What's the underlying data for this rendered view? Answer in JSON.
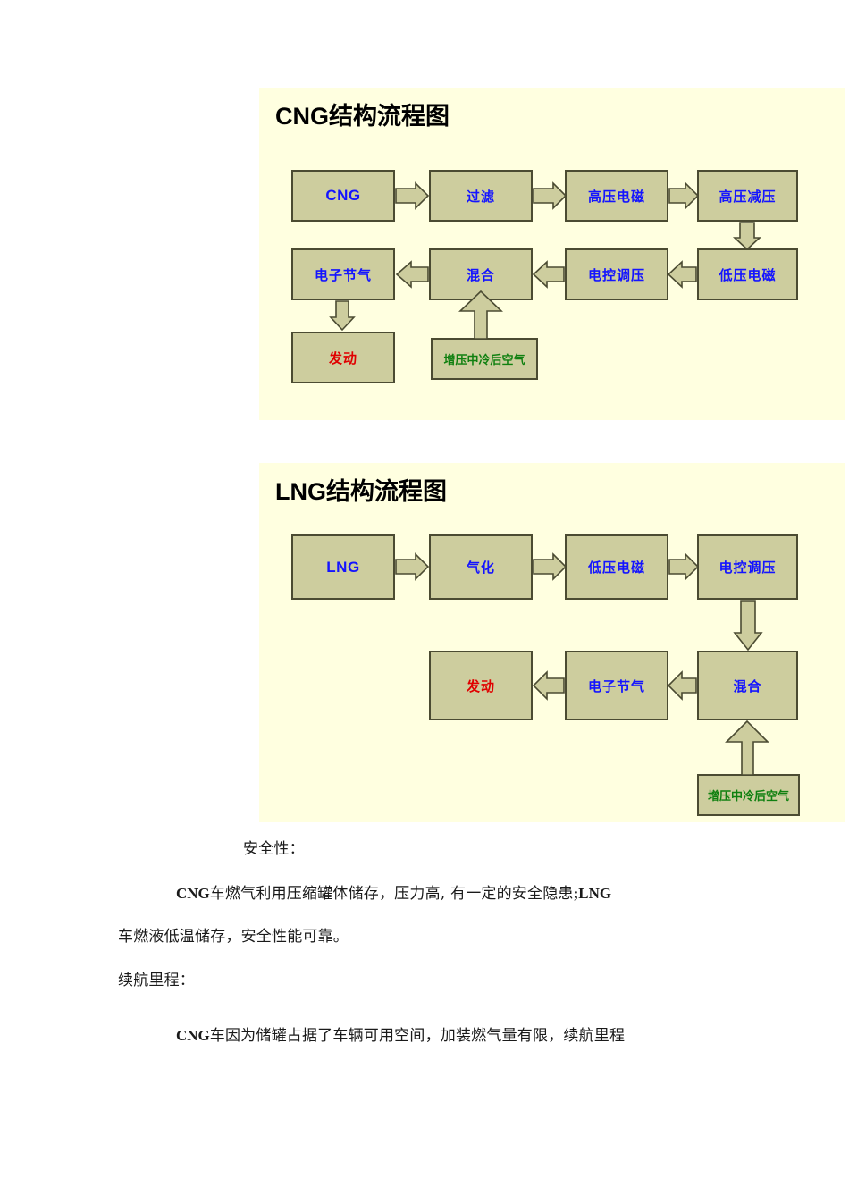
{
  "document": {
    "background_color": "#ffffff",
    "text_color": "#1a1a1a"
  },
  "charts": [
    {
      "id": "cng",
      "title_latin": "CNG",
      "title_cjk": "结构流程图",
      "background_color": "#ffffe0",
      "node_fill": "#cdcd9e",
      "node_border": "#4b4b32",
      "node_text_color": "#1414ff",
      "engine_text_color": "#e00000",
      "air_text_color": "#108010",
      "nodes": {
        "source": "CNG",
        "filter": "过滤",
        "hp_solenoid": "高压电磁",
        "hp_regulator": "高压减压",
        "lp_solenoid": "低压电磁",
        "ecu_regulator": "电控调压",
        "mixer": "混合",
        "e_throttle": "电子节气",
        "engine": "发动",
        "air": "增压中冷后空气"
      }
    },
    {
      "id": "lng",
      "title_latin": "LNG",
      "title_cjk": "结构流程图",
      "background_color": "#ffffe0",
      "node_fill": "#cdcd9e",
      "node_border": "#4b4b32",
      "node_text_color": "#1414ff",
      "engine_text_color": "#e00000",
      "air_text_color": "#108010",
      "nodes": {
        "source": "LNG",
        "vaporizer": "气化",
        "lp_solenoid": "低压电磁",
        "ecu_regulator": "电控调压",
        "mixer": "混合",
        "e_throttle": "电子节气",
        "engine": "发动",
        "air": "增压中冷后空气"
      }
    }
  ],
  "body": {
    "heading_safety": "安全性：",
    "safety_line1_latin": "CNG",
    "safety_line1_rest": "车燃气利用压缩罐体储存，压力高, 有一定的安全隐患",
    "safety_line1_tail_sep": ";",
    "safety_line1_tail_latin": "LNG",
    "safety_line2": "车燃液低温储存，安全性能可靠。",
    "heading_range": "续航里程：",
    "range_line1_latin": "CNG",
    "range_line1_rest": "车因为储罐占据了车辆可用空间，加装燃气量有限，续航里程"
  }
}
